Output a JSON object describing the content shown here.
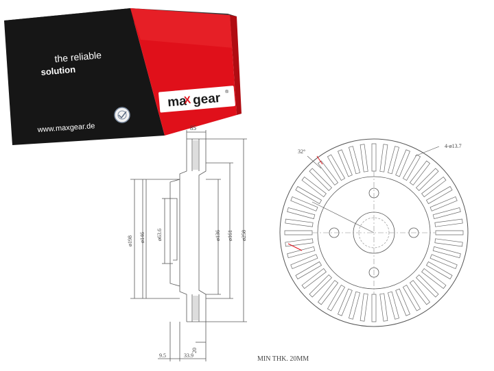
{
  "box": {
    "tagline_line1": "the reliable",
    "tagline_line2": "solution",
    "website": "www.maxgear.de",
    "logo_text_left": "ma",
    "logo_text_x": "X",
    "logo_text_right": "gear",
    "logo_reg_mark": "®",
    "colors": {
      "black": "#1a1a1a",
      "red": "#e0101a",
      "white": "#ffffff"
    }
  },
  "drawing": {
    "dim_top_width": "85",
    "dim_d198": "ø198",
    "dim_d146": "ø146",
    "dim_d63": "ø63.6",
    "dim_d136": "ø136",
    "dim_d161": "ø161",
    "dim_d258": "ø258",
    "dim_bottom_20": "20",
    "dim_bottom_left": "9.5",
    "dim_bottom_mid": "33.9",
    "angle_label": "32°",
    "bolt_label": "4-ø13.7",
    "min_thickness": "MIN THK. 20MM"
  }
}
